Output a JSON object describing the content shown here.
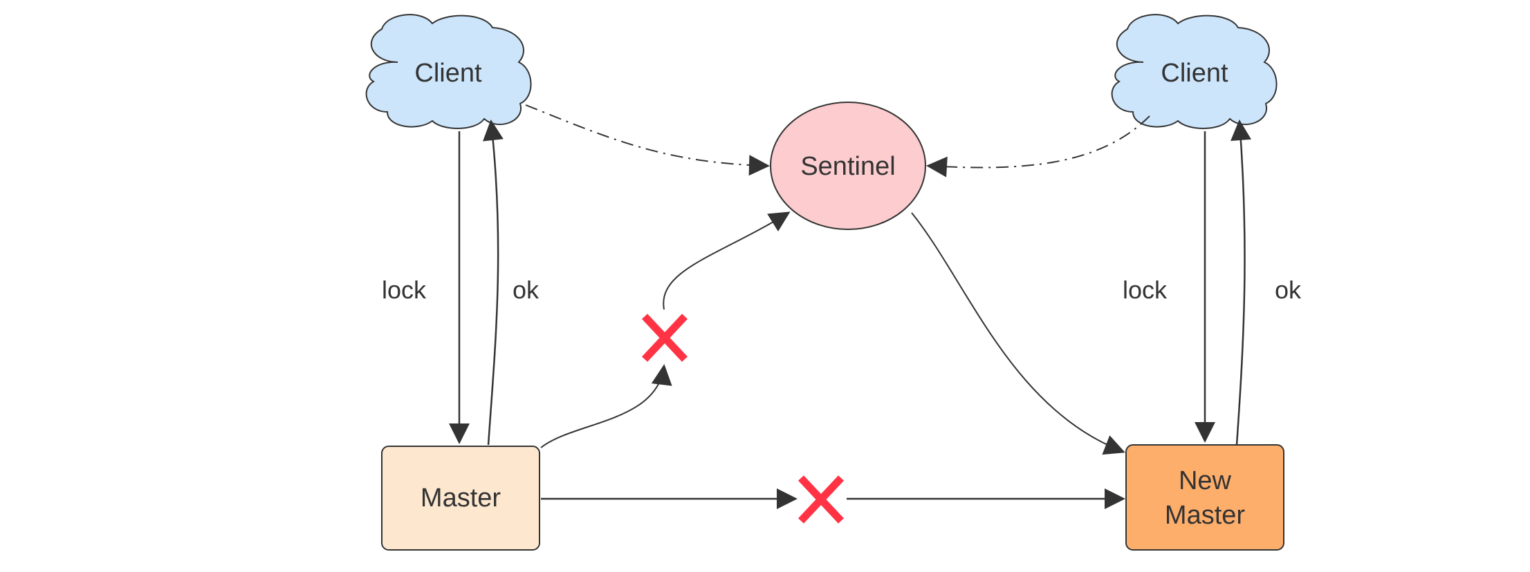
{
  "nodes": {
    "client_left": {
      "label": "Client",
      "color": "#cce5fb"
    },
    "client_right": {
      "label": "Client",
      "color": "#cce5fb"
    },
    "sentinel": {
      "label": "Sentinel",
      "color": "#fccccf"
    },
    "master": {
      "label": "Master",
      "color": "#fde7cf"
    },
    "new_master": {
      "label_line1": "New",
      "label_line2": "Master",
      "color": "#fdae6b"
    }
  },
  "edges": {
    "left_lock": "lock",
    "left_ok": "ok",
    "right_lock": "lock",
    "right_ok": "ok"
  },
  "markers": {
    "failed_link_color": "#ff3344"
  }
}
